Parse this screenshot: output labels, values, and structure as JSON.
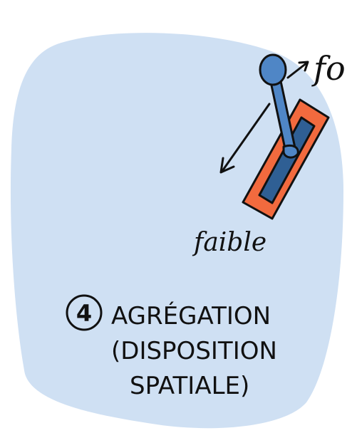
{
  "background_color": "#ffffff",
  "blob_color": "#cfe0f3",
  "lever_color": "#4f86c6",
  "slot_outer_color": "#f26a3e",
  "slot_inner_color": "#2f5f94",
  "ink_color": "#111111",
  "strong_label": "fo",
  "weak_label": "faible",
  "number_label": "4",
  "title_line1": "AGRÉGATION",
  "title_line2": "(DISPOSITION",
  "title_line3": "SPATIALE)"
}
